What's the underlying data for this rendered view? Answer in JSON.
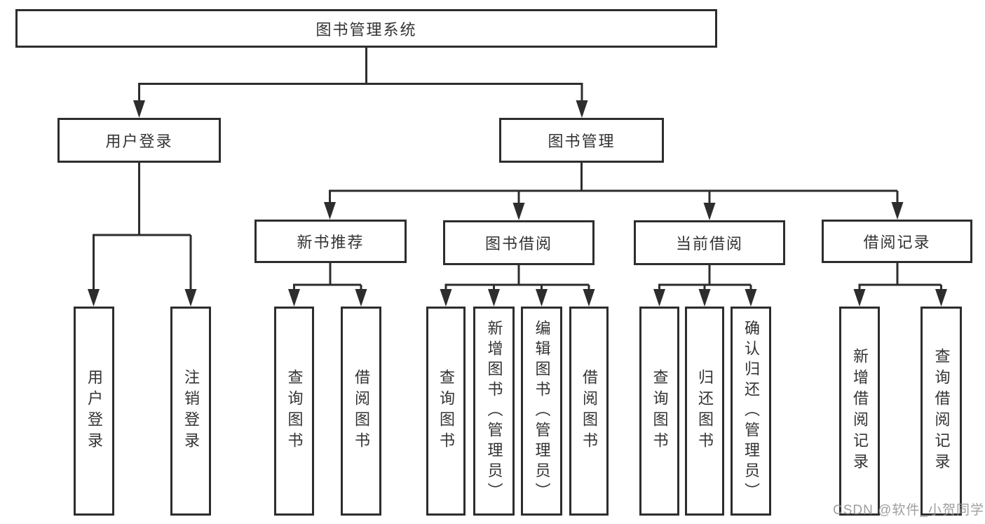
{
  "root": {
    "label": "图书管理系统"
  },
  "branches": {
    "user_login": {
      "label": "用户登录"
    },
    "book_mgmt": {
      "label": "图书管理"
    }
  },
  "modules": {
    "new_book": {
      "label": "新书推荐"
    },
    "borrow": {
      "label": "图书借阅"
    },
    "current": {
      "label": "当前借阅"
    },
    "record": {
      "label": "借阅记录"
    }
  },
  "leaves": {
    "user_login": {
      "label": "用户登录"
    },
    "logout": {
      "label": "注销登录"
    },
    "nb_query": {
      "label": "查询图书"
    },
    "nb_borrow": {
      "label": "借阅图书"
    },
    "bw_query": {
      "label": "查询图书"
    },
    "bw_add": {
      "label": "新增图书（管理员）"
    },
    "bw_edit": {
      "label": "编辑图书（管理员）"
    },
    "bw_borrow": {
      "label": "借阅图书"
    },
    "cur_query": {
      "label": "查询图书"
    },
    "cur_return": {
      "label": "归还图书"
    },
    "cur_confirm": {
      "label": "确认归还（管理员）"
    },
    "rec_add": {
      "label": "新增借阅记录"
    },
    "rec_query": {
      "label": "查询借阅记录"
    }
  },
  "watermark": "CSDN @软件_小贺同学",
  "colors": {
    "line": "#2d2d2d",
    "text": "#333333",
    "watermark": "#949494",
    "background": "#ffffff"
  }
}
